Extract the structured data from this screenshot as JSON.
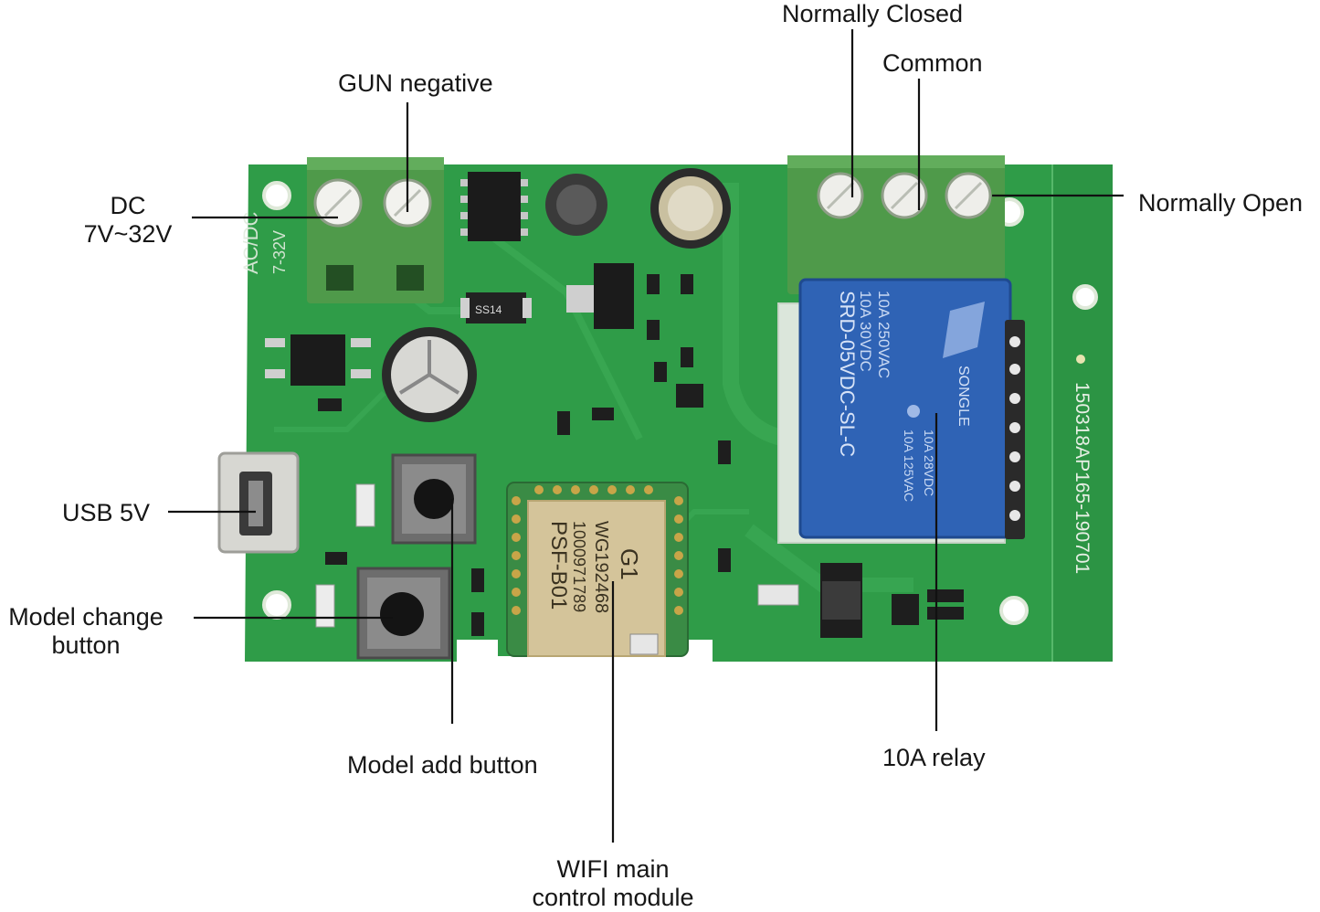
{
  "labels": {
    "normally_closed": "Normally Closed",
    "common": "Common",
    "gun_negative": "GUN negative",
    "dc_line1": "DC",
    "dc_line2": "7V~32V",
    "normally_open": "Normally Open",
    "usb": "USB 5V",
    "model_change_line1": "Model change",
    "model_change_line2": "button",
    "model_add": "Model add button",
    "wifi_line1": "WIFI main",
    "wifi_line2": "control module",
    "relay": "10A relay"
  },
  "board_markings": {
    "relay_l1": "10A 250VAC",
    "relay_l2": "10A 30VDC",
    "relay_l3": "SRD-05VDC-SL-C",
    "relay_brand": "SONGLE",
    "relay_r1": "10A 125VAC",
    "relay_r2": "10A 28VDC",
    "module_l1": "PSF-B01",
    "module_l2": "1000971789",
    "module_l3": "WG192468",
    "module_l4": "G1",
    "serial": "150318AP165-190701",
    "diode": "SS14",
    "silk_acdc": "AC/DC",
    "silk_range": "7-32V"
  },
  "colors": {
    "pcb": "#2f9c48",
    "pcb_dark": "#237a37",
    "terminal": "#4f9a4a",
    "relay_blue": "#2f63b5",
    "leader": "#111111"
  }
}
